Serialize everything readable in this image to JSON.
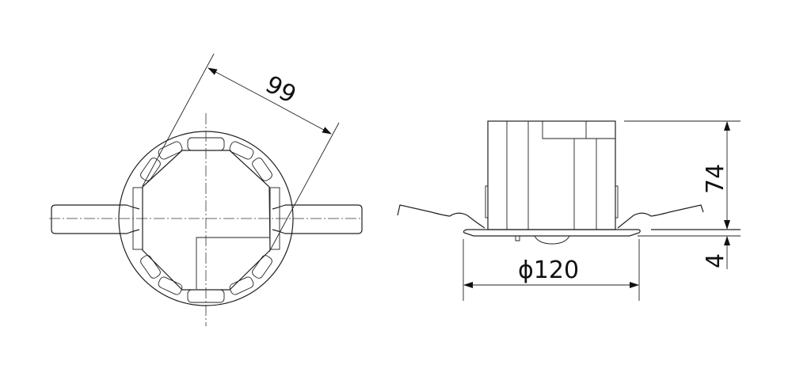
{
  "drawing": {
    "top_view": {
      "dimension_width": "99"
    },
    "side_view": {
      "dimension_diameter": "ϕ120",
      "dimension_height": "74",
      "dimension_flange": "4"
    }
  }
}
